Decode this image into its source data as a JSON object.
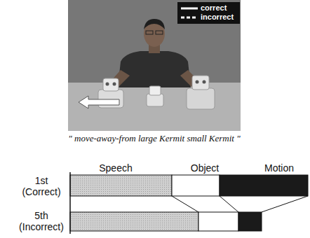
{
  "diagram": {
    "labels": [
      "\" move-away-from large Kermit small Kermit \"",
      "Speech",
      "Object",
      "Motion",
      "1st (Correct)",
      "5th (Incorrect)"
    ],
    "legend": [
      {
        "text": "correct"
      },
      {
        "text": "incorrect"
      }
    ]
  }
}
